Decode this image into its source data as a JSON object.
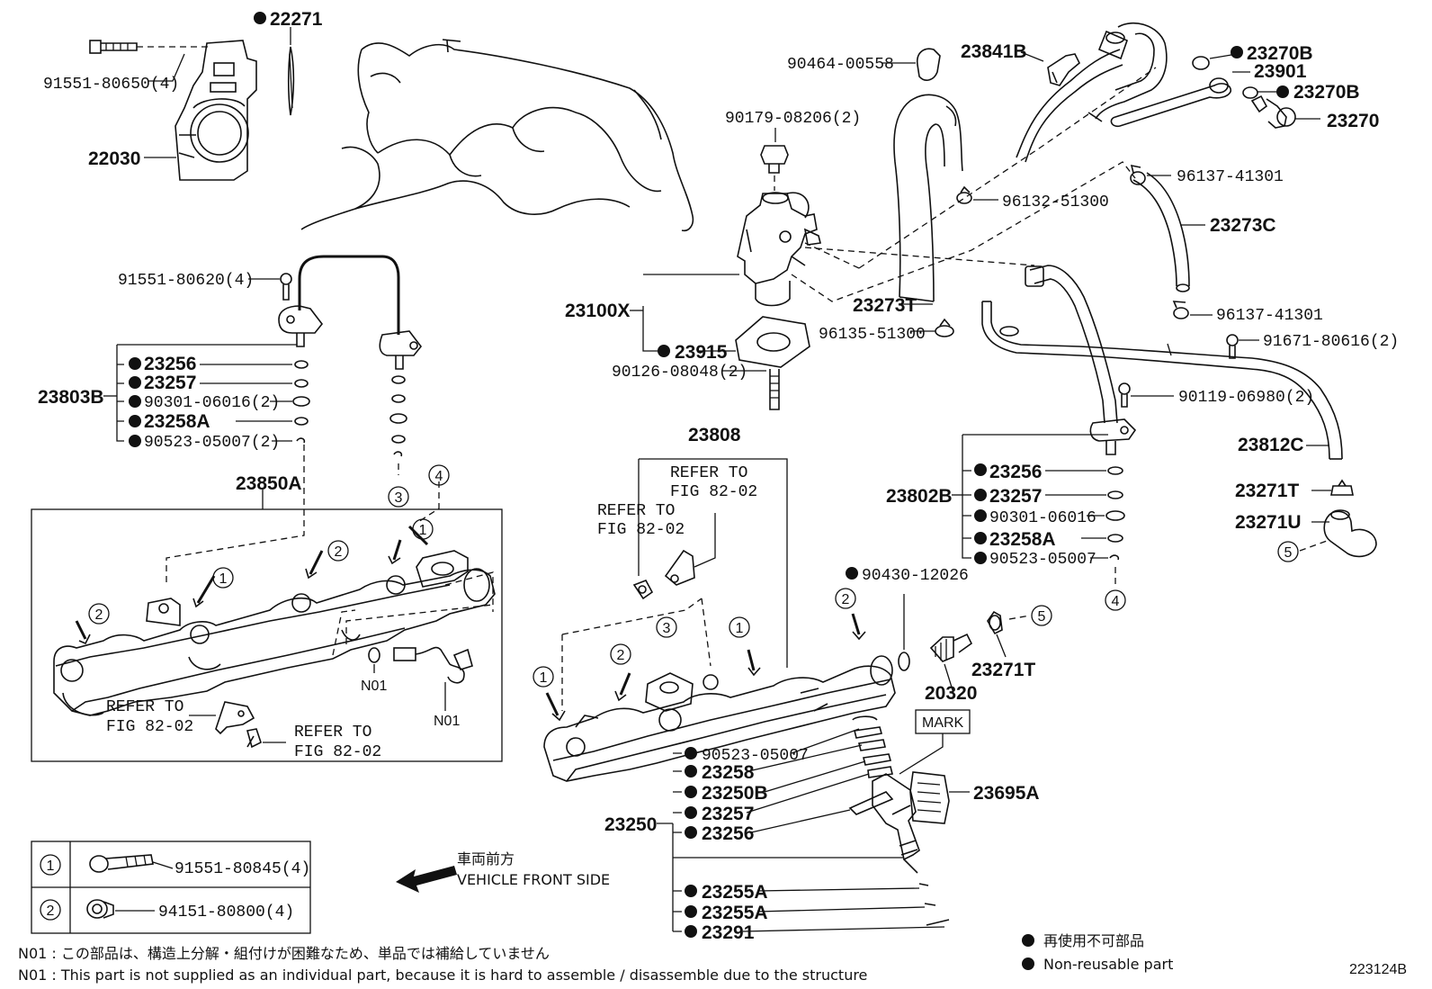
{
  "labels": {
    "p22271": "22271",
    "p91551_80650": "91551-80650(4)",
    "p22030": "22030",
    "p91551_80620": "91551-80620(4)",
    "p23803B": "23803B",
    "p23256a": "23256",
    "p23257a": "23257",
    "p90301a": "90301-06016(2)",
    "p23258Aa": "23258A",
    "p90523a": "90523-05007(2)",
    "p23850A": "23850A",
    "refer1": "REFER TO",
    "fig1": "FIG 82-02",
    "refer2": "REFER TO",
    "fig2": "FIG 82-02",
    "n01a": "N01",
    "n01b": "N01",
    "p23808": "23808",
    "refer3": "REFER TO",
    "fig3": "FIG 82-02",
    "refer4": "REFER TO",
    "fig4": "FIG 82-02",
    "p90464": "90464-00558",
    "p23841B": "23841B",
    "p23270Ba": "23270B",
    "p23901": "23901",
    "p23270Bb": "23270B",
    "p23270": "23270",
    "p90179": "90179-08206(2)",
    "p96137a": "96137-41301",
    "p96132": "96132-51300",
    "p23273C": "23273C",
    "p23100X": "23100X",
    "p23273T": "23273T",
    "p96137b": "96137-41301",
    "p96135": "96135-51300",
    "p91671": "91671-80616(2)",
    "p23915": "23915",
    "p90126": "90126-08048(2)",
    "p90119": "90119-06980(2)",
    "p23812C": "23812C",
    "p23802B": "23802B",
    "p23256b": "23256",
    "p23257b": "23257",
    "p90301b": "90301-06016",
    "p23258Ab": "23258A",
    "p90523b": "90523-05007",
    "p23271Ta": "23271T",
    "p23271U": "23271U",
    "p90430": "90430-12026",
    "p23271Tb": "23271T",
    "p20320": "20320",
    "mark": "MARK",
    "p90523c": "90523-05007",
    "p23258": "23258",
    "p23250B": "23250B",
    "p23257c": "23257",
    "p23256c": "23256",
    "p23695A": "23695A",
    "p23250": "23250",
    "p23255Aa": "23255A",
    "p23255Ab": "23255A",
    "p23291": "23291",
    "front_jp": "車両前方",
    "front_en": "VEHICLE FRONT SIDE",
    "tbl1_part": "91551-80845(4)",
    "tbl2_part": "94151-80800(4)",
    "note_jp": "N01 : この部品は、構造上分解・組付けが困難なため、単品では補給していません",
    "note_en": "N01 : This part is not supplied as an individual part, because it is hard to assemble / disassemble due to the structure",
    "legend_jp": "再使用不可部品",
    "legend_en": "Non-reusable part",
    "fig_id": "223124B"
  },
  "callouts": {
    "c1": "1",
    "c2": "2",
    "c3": "3",
    "c4": "4",
    "c5": "5"
  }
}
